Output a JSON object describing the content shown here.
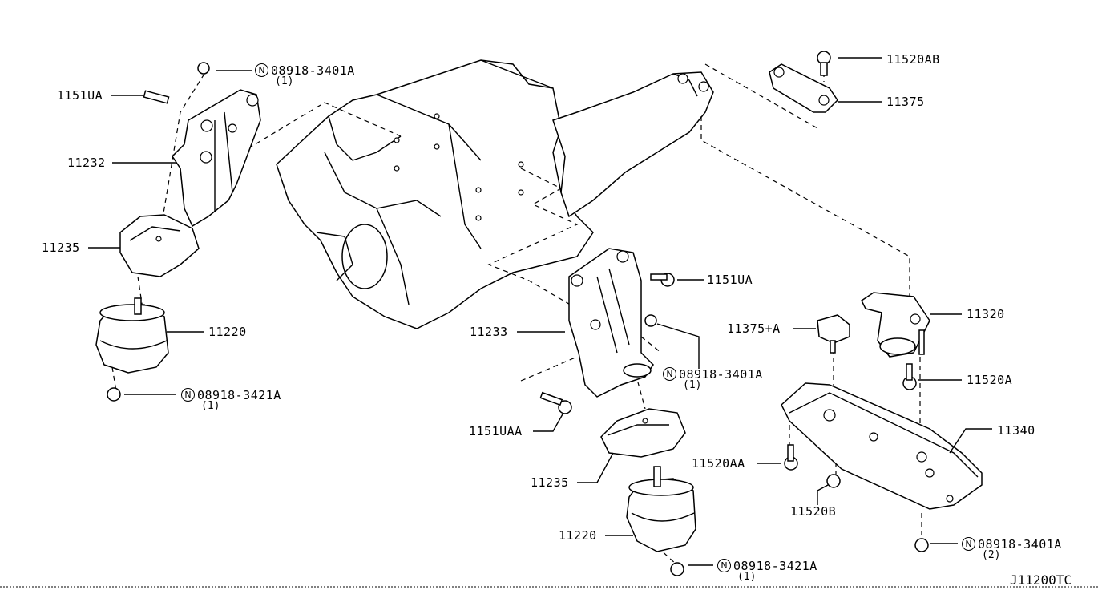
{
  "callouts": [
    {
      "id": "c1",
      "text": "08918-3401A",
      "qty": "(1)",
      "n": "N"
    },
    {
      "id": "c2",
      "text": "1151UA"
    },
    {
      "id": "c3",
      "text": "11232"
    },
    {
      "id": "c4",
      "text": "11235"
    },
    {
      "id": "c5",
      "text": "11220"
    },
    {
      "id": "c6",
      "text": "08918-3421A",
      "qty": "(1)",
      "n": "N"
    },
    {
      "id": "c7",
      "text": "11520AB"
    },
    {
      "id": "c8",
      "text": "11375"
    },
    {
      "id": "c9",
      "text": "1151UA"
    },
    {
      "id": "c10",
      "text": "11233"
    },
    {
      "id": "c11",
      "text": "08918-3401A",
      "qty": "(1)",
      "n": "N"
    },
    {
      "id": "c12",
      "text": "1151UAA"
    },
    {
      "id": "c13",
      "text": "11235"
    },
    {
      "id": "c14",
      "text": "11220"
    },
    {
      "id": "c15",
      "text": "08918-3421A",
      "qty": "(1)",
      "n": "N"
    },
    {
      "id": "c16",
      "text": "11375+A"
    },
    {
      "id": "c17",
      "text": "11320"
    },
    {
      "id": "c18",
      "text": "11520A"
    },
    {
      "id": "c19",
      "text": "11340"
    },
    {
      "id": "c20",
      "text": "11520AA"
    },
    {
      "id": "c21",
      "text": "11520B"
    },
    {
      "id": "c22",
      "text": "08918-3401A",
      "qty": "(2)",
      "n": "N"
    }
  ],
  "diagram_id": "J11200TC"
}
